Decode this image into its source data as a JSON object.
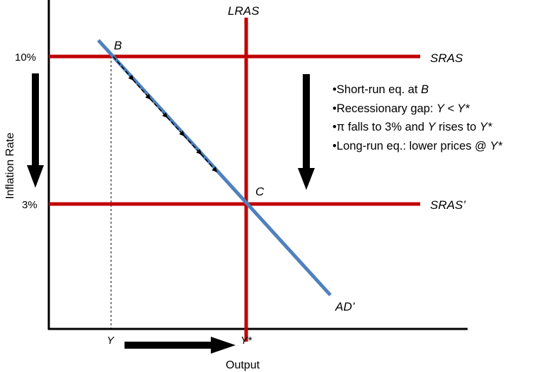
{
  "diagram": {
    "colors": {
      "curve_red": "#c00000",
      "ad_blue": "#4f81bd",
      "arrow_black": "#000000",
      "axis_black": "#000000"
    },
    "labels": {
      "lras": "LRAS",
      "sras": "SRAS",
      "sras_prime": "SRAS’",
      "ad_prime": "AD’",
      "point_b": "B",
      "point_c": "C",
      "y_axis": "Inflation Rate",
      "x_axis": "Output",
      "tick_10": "10%",
      "tick_3": "3%",
      "tick_y": "Y",
      "tick_ystar": "Y*"
    },
    "notes": [
      {
        "parts": [
          {
            "t": "Short-run eq. at "
          },
          {
            "t": "B",
            "i": true
          }
        ]
      },
      {
        "parts": [
          {
            "t": "Recessionary gap: "
          },
          {
            "t": "Y < Y*",
            "i": true
          }
        ]
      },
      {
        "parts": [
          {
            "t": "π falls to 3% and "
          },
          {
            "t": "Y",
            "i": true
          },
          {
            "t": " rises to "
          },
          {
            "t": "Y*",
            "i": true
          }
        ]
      },
      {
        "parts": [
          {
            "t": "Long-run eq.: lower prices @ "
          },
          {
            "t": "Y*",
            "i": true
          }
        ]
      }
    ],
    "icons": [
      "down-arrow-icon",
      "right-arrow-icon"
    ]
  }
}
